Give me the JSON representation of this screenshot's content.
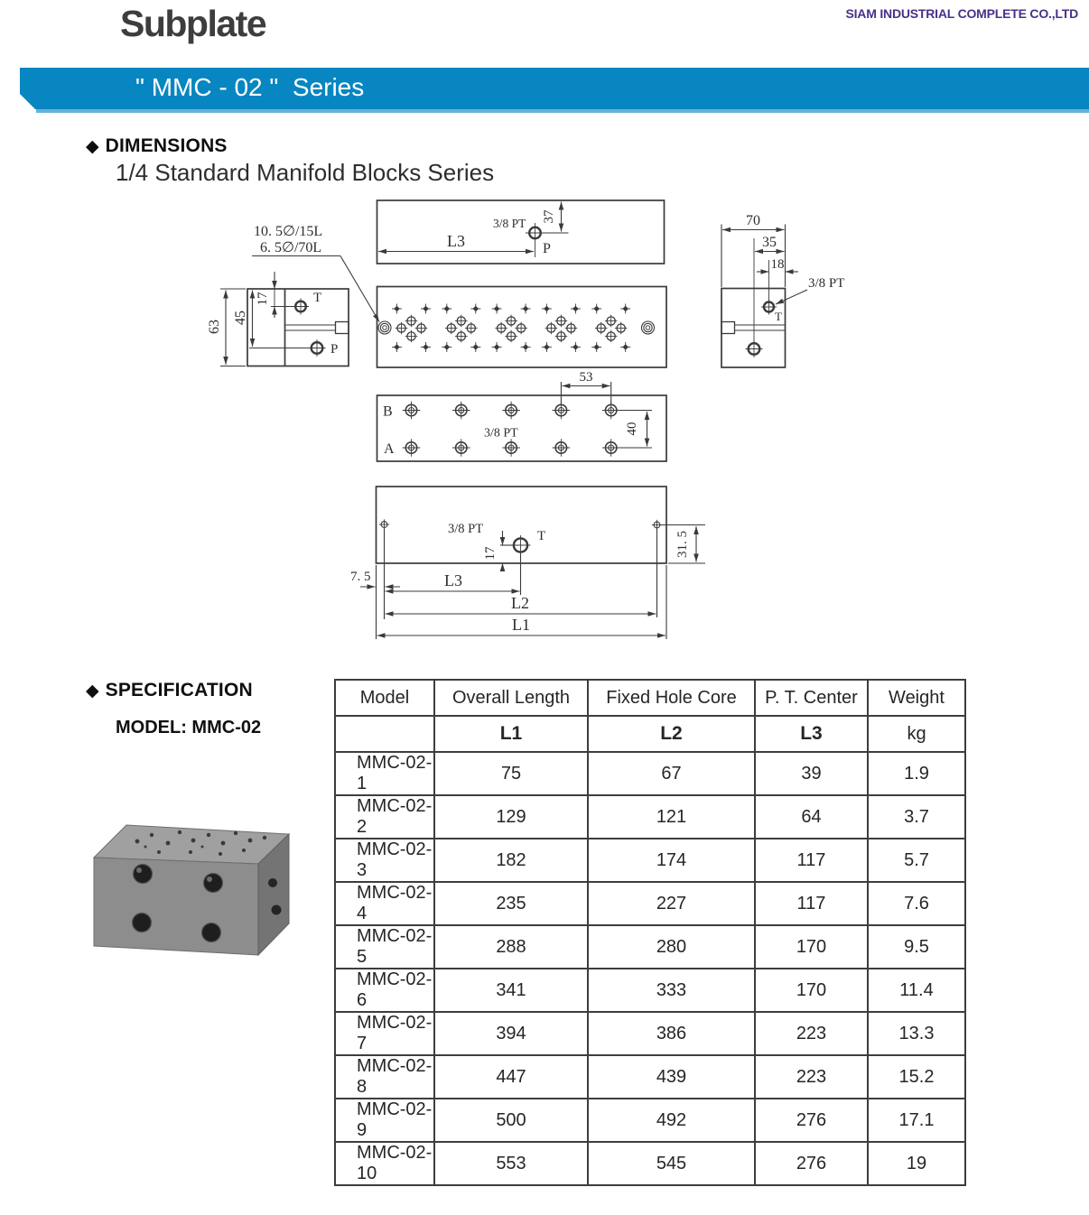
{
  "header": {
    "title": "Subplate",
    "company": "SIAM INDUSTRIAL COMPLETE CO.,LTD"
  },
  "banner": {
    "text": "\" MMC - 02 \"  Series"
  },
  "icons": {
    "diamond_bullet": "◆"
  },
  "dimensions_section": {
    "heading": "DIMENSIONS",
    "subheading": "1/4 Standard Manifold Blocks Series"
  },
  "drawing": {
    "callout": {
      "line1": "10. 5∅/15L",
      "line2": "6. 5∅/70L"
    },
    "top_view": {
      "thread": "3/8 PT",
      "dim_37": "37",
      "dim_l3": "L3",
      "port_p": "P"
    },
    "left_view": {
      "dim_63": "63",
      "dim_45": "45",
      "dim_17": "17",
      "port_t": "T",
      "port_p": "P"
    },
    "right_view": {
      "dim_70": "70",
      "dim_35": "35",
      "dim_18": "18",
      "thread": "3/8 PT",
      "port_t": "T"
    },
    "ports_view": {
      "row_b": "B",
      "row_a": "A",
      "thread": "3/8 PT",
      "dim_53": "53",
      "dim_40": "40"
    },
    "bottom_view": {
      "thread": "3/8 PT",
      "port_t": "T",
      "dim_17": "17",
      "dim_7_5": "7. 5",
      "dim_31_5": "31. 5",
      "dim_l3": "L3",
      "dim_l2": "L2",
      "dim_l1": "L1"
    }
  },
  "specification_section": {
    "heading": "SPECIFICATION",
    "model_label": "MODEL: MMC-02"
  },
  "spec_table": {
    "columns": [
      "Model",
      "Overall Length",
      "Fixed Hole Core",
      "P. T. Center",
      "Weight"
    ],
    "units_row": [
      "",
      "L1",
      "L2",
      "L3",
      "kg"
    ],
    "rows": [
      [
        "MMC-02-1",
        "75",
        "67",
        "39",
        "1.9"
      ],
      [
        "MMC-02-2",
        "129",
        "121",
        "64",
        "3.7"
      ],
      [
        "MMC-02-3",
        "182",
        "174",
        "117",
        "5.7"
      ],
      [
        "MMC-02-4",
        "235",
        "227",
        "117",
        "7.6"
      ],
      [
        "MMC-02-5",
        "288",
        "280",
        "170",
        "9.5"
      ],
      [
        "MMC-02-6",
        "341",
        "333",
        "170",
        "11.4"
      ],
      [
        "MMC-02-7",
        "394",
        "386",
        "223",
        "13.3"
      ],
      [
        "MMC-02-8",
        "447",
        "439",
        "223",
        "15.2"
      ],
      [
        "MMC-02-9",
        "500",
        "492",
        "276",
        "17.1"
      ],
      [
        "MMC-02-10",
        "553",
        "545",
        "276",
        "19"
      ]
    ]
  },
  "colors": {
    "banner_blue": "#0886c1",
    "banner_strip": "#69b0d8",
    "company_purple": "#483189",
    "drawing_line": "#3a3a3a",
    "title_color": "#3d3d3f"
  }
}
